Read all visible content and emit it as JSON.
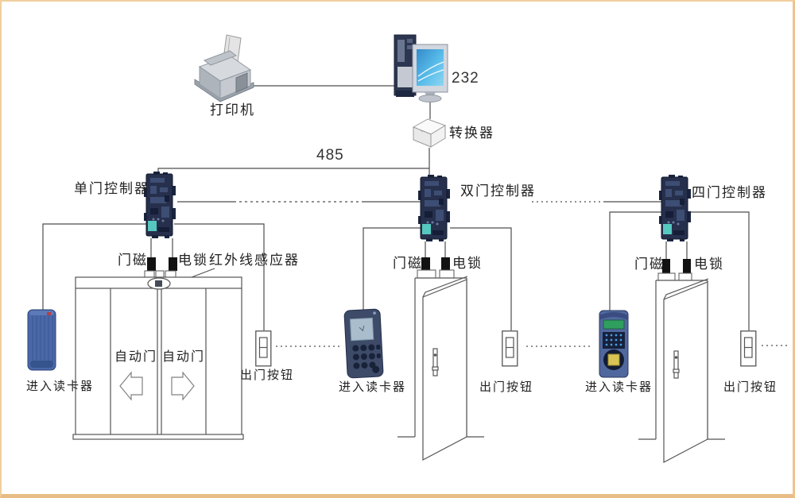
{
  "labels": {
    "printer": "打印机",
    "serial_232": "232",
    "converter": "转换器",
    "bus_485": "485",
    "controller_single": "单门控制器",
    "controller_double": "双门控制器",
    "controller_quad": "四门控制器",
    "door_magnet": "门磁",
    "electric_lock": "电锁",
    "ir_sensor": "红外线感应器",
    "auto_door": "自动门",
    "entry_reader": "进入读卡器",
    "exit_button": "出门按钮"
  },
  "colors": {
    "border": "#f1cf9d",
    "line": "#4d4d4d",
    "controller_board": "#26304c",
    "reader_blue": "#4a68a8",
    "keypad_body": "#3d4a68",
    "screen_blue": "#49a8dc",
    "screen_green": "#2f9e5f",
    "fingerprint_yellow": "#d8c455",
    "teal_chip": "#56c8c0"
  }
}
